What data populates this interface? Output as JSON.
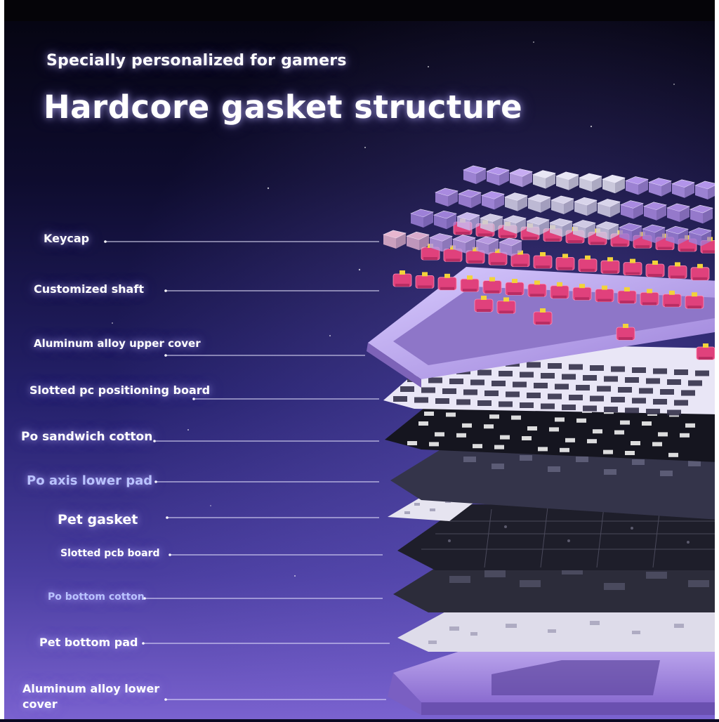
{
  "header": {
    "subtitle": "Specially personalized for gamers",
    "title": "Hardcore gasket structure"
  },
  "layers": [
    {
      "label": "Keycap"
    },
    {
      "label": "Customized shaft"
    },
    {
      "label": "Aluminum alloy upper cover"
    },
    {
      "label": "Slotted pc positioning board"
    },
    {
      "label": "Po sandwich cotton"
    },
    {
      "label": "Po axis lower pad"
    },
    {
      "label": "Pet gasket"
    },
    {
      "label": "Slotted pcb board"
    },
    {
      "label": "Po bottom cotton"
    },
    {
      "label": "Pet bottom pad"
    },
    {
      "label": "Aluminum alloy lower cover"
    }
  ],
  "colors": {
    "background_top": "#0b0a24",
    "background_bottom": "#6d55c4",
    "label_text": "#ffffff",
    "label_text_blue": "#b9c2ff",
    "frame_lavender": "#b8a2ec",
    "keycap_purple": "#a98ae0",
    "switch_pink": "#e0417c",
    "plate_dark": "#2a2a38"
  }
}
